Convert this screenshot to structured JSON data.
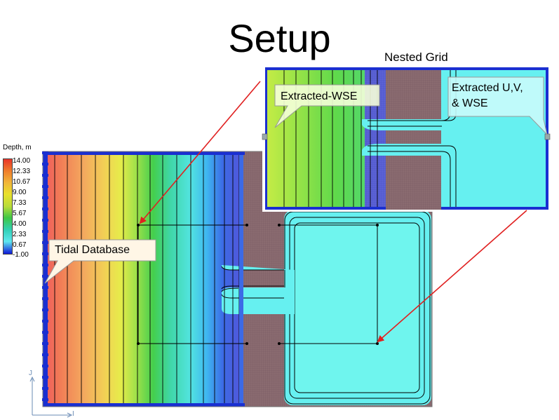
{
  "title": "Setup",
  "nested_grid_label": "Nested Grid",
  "legend": {
    "title": "Depth, m",
    "ticks": [
      "14.00",
      "12.33",
      "10.67",
      "9.00",
      "7.33",
      "5.67",
      "4.00",
      "2.33",
      "0.67",
      "-1.00"
    ],
    "colors": [
      "#e8342a",
      "#ef7b2c",
      "#f1b73a",
      "#e8e02c",
      "#b8dc3a",
      "#3fc746",
      "#33d0b8",
      "#5fe7ef",
      "#3c6ae6",
      "#0f17d8"
    ]
  },
  "callouts": {
    "tidal_database": "Tidal Database",
    "extracted_wse": "Extracted-WSE",
    "extracted_uv_line1": "Extracted U,V,",
    "extracted_uv_line2": "& WSE"
  },
  "axes": {
    "j_label": "J",
    "i_label": "I"
  },
  "colors": {
    "channel_brown": "#8c6b6b",
    "boundary_blue": "#1a2fd1",
    "arrow_red": "#e02020",
    "basin_cyan": "#66f0f0"
  }
}
